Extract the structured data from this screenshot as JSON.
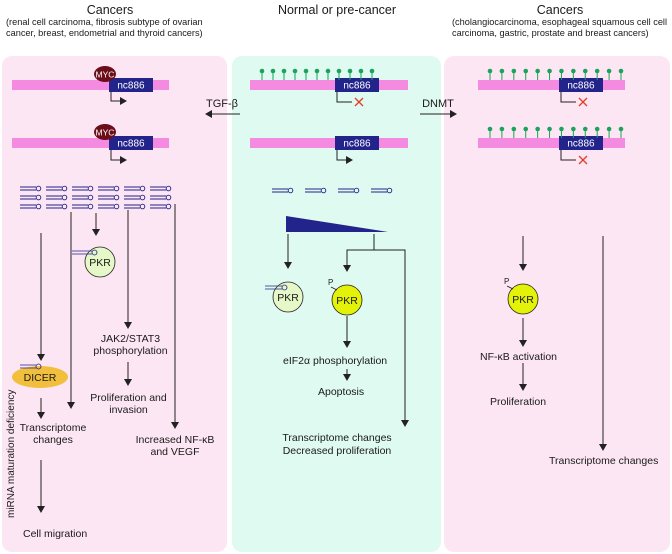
{
  "colors": {
    "left_panel": "#fde6f3",
    "middle_panel": "#dffaf0",
    "right_panel": "#fde6f3",
    "gene_body": "#f58be1",
    "nc886_box": "#23238c",
    "myc": "#6b0e1a",
    "pkr_active": "#e4f20a",
    "pkr_inactive": "#e6f7c8",
    "dicer": "#f1bf3c",
    "methyl_pin": "#1aa35a",
    "gradient": "#23238c",
    "x_mark": "#e23c2a"
  },
  "left": {
    "title": "Cancers",
    "subtitle": "(renal cell carcinoma, fibrosis subtype of ovarian cancer, breast, endometrial and thyroid cancers)",
    "myc_label": "MYC",
    "gene_label": "nc886",
    "tgf_label": "TGF-β",
    "pkr_label": "PKR",
    "dicer_label": "DICER",
    "side_label": "miRNA maturation deficiency",
    "jak_stat": "JAK2/STAT3 phosphorylation",
    "prolif_invasion": "Proliferation and invasion",
    "transcriptome": "Transcriptome changes",
    "increased": "Increased NF-κB and VEGF",
    "migration": "Cell migration"
  },
  "middle": {
    "title": "Normal or pre-cancer",
    "gene_label": "nc886",
    "pkr_label": "PKR",
    "p_label": "P",
    "eif2a": "eIF2α phosphorylation",
    "apoptosis": "Apoptosis",
    "transcriptome": "Transcriptome changes",
    "decreased": "Decreased proliferation"
  },
  "right": {
    "title": "Cancers",
    "subtitle": "(cholangiocarcinoma, esophageal squamous cell cell carcinoma, gastric, prostate and breast cancers)",
    "gene_label": "nc886",
    "dnmt_label": "DNMT",
    "pkr_label": "PKR",
    "p_label": "P",
    "nfkb": "NF-κB activation",
    "prolif": "Proliferation",
    "transcriptome": "Transcriptome changes"
  }
}
